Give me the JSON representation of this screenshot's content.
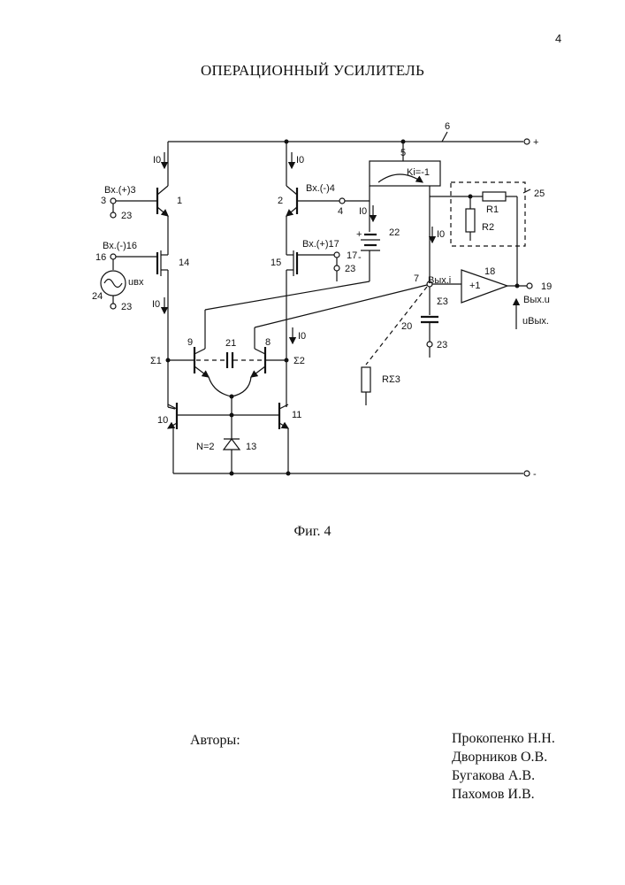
{
  "page_number": "4",
  "title": "ОПЕРАЦИОННЫЙ УСИЛИТЕЛЬ",
  "figure_caption": "Фиг. 4",
  "authors_label": "Авторы:",
  "authors": [
    "Прокопенко Н.Н.",
    "Дворников О.В.",
    "Бугакова А.В.",
    "Пахомов И.В."
  ],
  "schematic": {
    "node_numbers": {
      "n1": "1",
      "n2": "2",
      "n3": "3",
      "n4": "4",
      "n5": "5",
      "n6": "6",
      "n7": "7",
      "n8": "8",
      "n9": "9",
      "n10": "10",
      "n11": "11",
      "n13": "13",
      "n14": "14",
      "n15": "15",
      "n16": "16",
      "n17": "17",
      "n18": "18",
      "n19": "19",
      "n20": "20",
      "n21": "21",
      "n22": "22",
      "n23": "23",
      "n24": "24",
      "n25": "25"
    },
    "labels": {
      "vx_plus_3": "Вх.(+)3",
      "vx_minus_4": "Вх.(-)4",
      "vx_minus_16": "Вх.(-)16",
      "vx_plus_17": "Вх.(+)17",
      "vyx_i": "Вых.i",
      "vyx_u": "Вых.u",
      "ki": "Ki=-1",
      "buffer_gain": "+1",
      "r1": "R1",
      "r2": "R2",
      "r_sigma3": "RΣ3",
      "n_eq_2": "N=2",
      "sigma1": "Σ1",
      "sigma2": "Σ2",
      "sigma3": "Σ3",
      "u_vx": "uвх",
      "u_vyx": "uВых.",
      "i0": "I0",
      "plus_rail": "+",
      "minus_rail": "-",
      "batt_plus": "+",
      "batt_minus": "-"
    }
  }
}
